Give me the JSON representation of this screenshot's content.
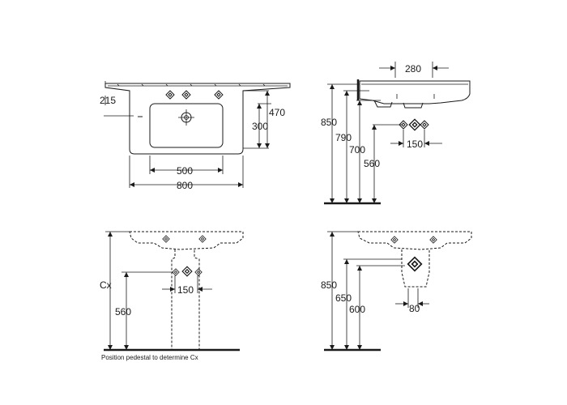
{
  "views": {
    "top": {
      "dim_215": "215",
      "dim_470": "470",
      "dim_300": "300",
      "dim_500": "500",
      "dim_800": "800"
    },
    "side": {
      "dim_280": "280",
      "dim_850": "850",
      "dim_790": "790",
      "dim_700": "700",
      "dim_560": "560",
      "dim_150": "150"
    },
    "front_pedestal": {
      "dim_cx": "Cx",
      "dim_560": "560",
      "dim_150": "150",
      "note": "Position pedestal to determine Cx"
    },
    "side_pedestal": {
      "dim_850": "850",
      "dim_650": "650",
      "dim_600": "600",
      "dim_80": "80"
    }
  },
  "colors": {
    "line": "#1a1a1a",
    "background": "#ffffff"
  }
}
